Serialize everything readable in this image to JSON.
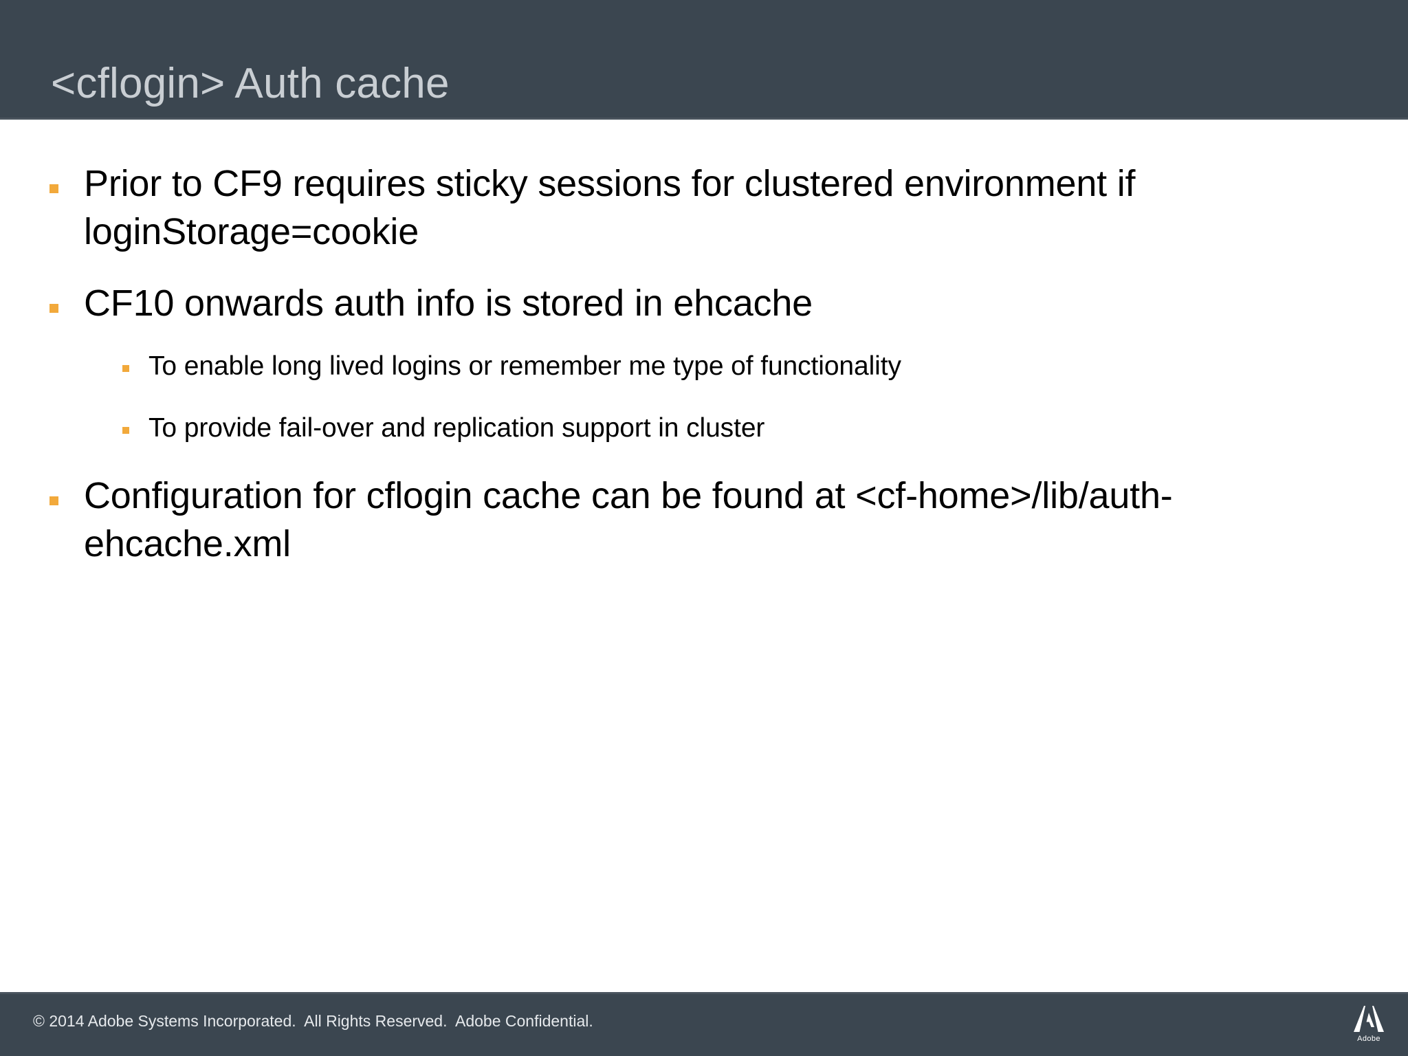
{
  "slide": {
    "title": "<cflogin> Auth cache",
    "accent_color": "#f2a93b",
    "header_bg": "#3b4650",
    "header_text_color": "#c9ced3",
    "body_bg": "#ffffff",
    "body_text_color": "#000000"
  },
  "content": {
    "bullets": [
      {
        "level": 1,
        "text": "Prior to CF9 requires sticky sessions for clustered environment if loginStorage=cookie"
      },
      {
        "level": 1,
        "text": "CF10 onwards auth info is stored in ehcache"
      },
      {
        "level": 2,
        "text": "To enable long lived logins or remember me type of functionality"
      },
      {
        "level": 2,
        "text": "To provide fail-over and replication support in cluster"
      },
      {
        "level": 1,
        "text": "Configuration for cflogin cache can be found at <cf-home>/lib/auth-ehcache.xml"
      }
    ]
  },
  "footer": {
    "copyright": "© 2014 Adobe Systems Incorporated.  All Rights Reserved.  Adobe Confidential.",
    "logo_wordmark": "Adobe",
    "logo_icon": "adobe-a-mark-icon"
  }
}
